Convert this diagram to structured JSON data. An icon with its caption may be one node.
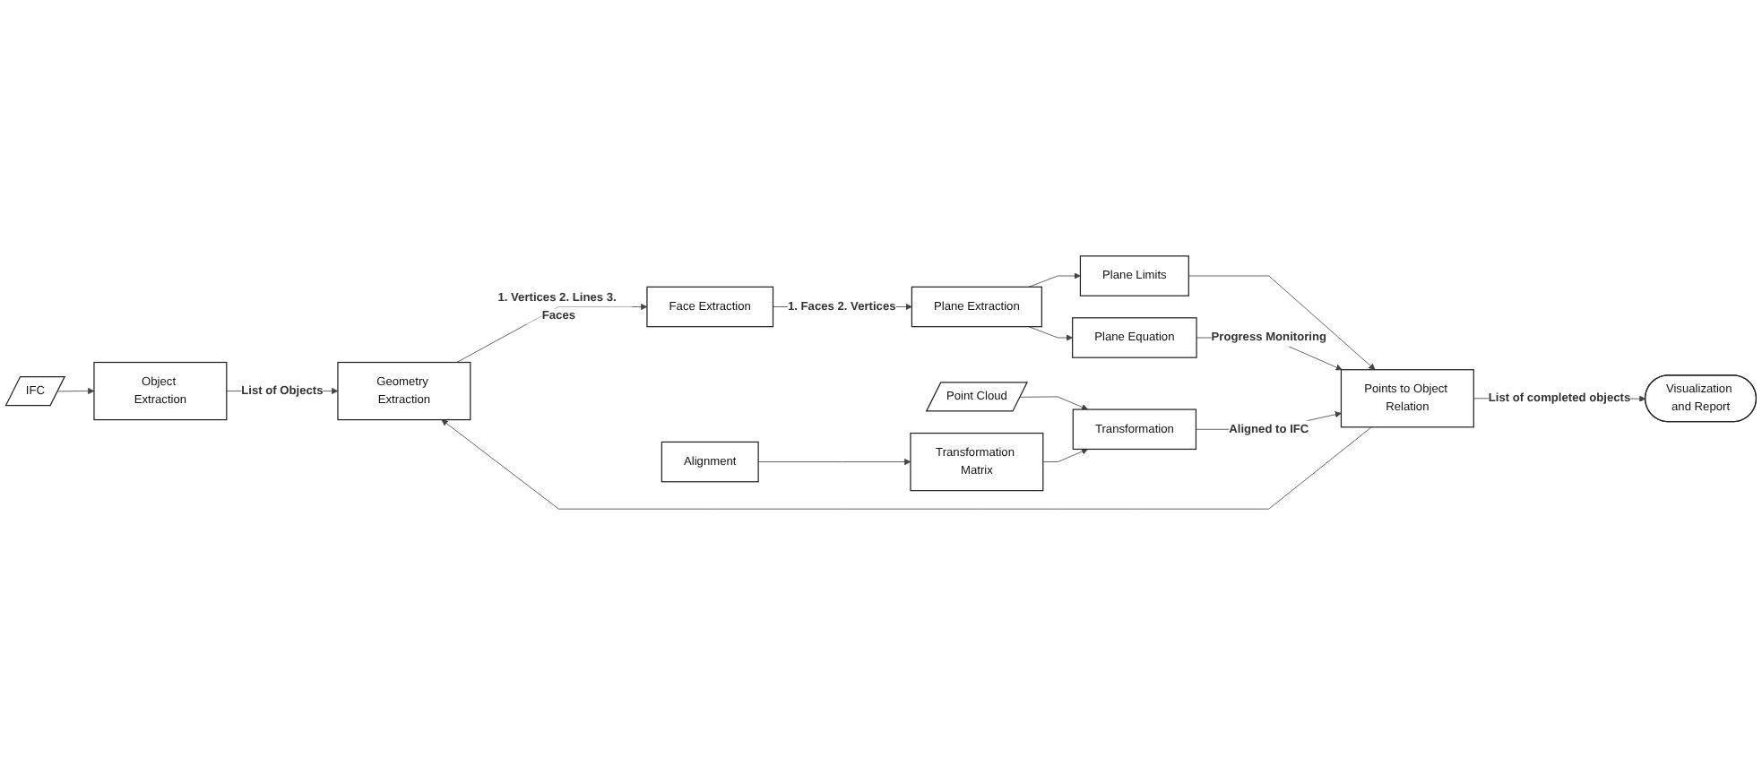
{
  "diagram": {
    "nodes": [
      {
        "text": [
          "IFC"
        ]
      },
      {
        "text": [
          "Object Extraction"
        ]
      },
      {
        "text": [
          "Geometry Extraction"
        ]
      },
      {
        "text": [
          "Face Extraction"
        ]
      },
      {
        "text": [
          "Plane Extraction"
        ]
      },
      {
        "text": [
          "Plane Limits"
        ]
      },
      {
        "text": [
          "Plane Equation"
        ]
      },
      {
        "text": [
          "Point Cloud"
        ]
      },
      {
        "text": [
          "Transformation"
        ]
      },
      {
        "text": [
          "Points to Object Relation"
        ]
      },
      {
        "text": [
          "Alignment"
        ]
      },
      {
        "text": [
          "Transformation Matrix"
        ]
      },
      {
        "text": [
          "Visualization and Report"
        ]
      }
    ],
    "edges": [
      {
        "from": 0,
        "to": 1,
        "arrow": "to"
      },
      {
        "from": 1,
        "to": 2,
        "arrow": "to",
        "label": "List of Objects"
      },
      {
        "from": 2,
        "to": 3,
        "arrow": "to",
        "label": "1. Vertices 2. Lines 3. Faces"
      },
      {
        "from": 3,
        "to": 4,
        "arrow": "to",
        "label": "1. Faces 2. Vertices"
      },
      {
        "from": 4,
        "to": 5,
        "arrow": "to"
      },
      {
        "from": 4,
        "to": 6,
        "arrow": "to"
      },
      {
        "from": 5,
        "to": 9,
        "arrow": "to"
      },
      {
        "from": 6,
        "to": 9,
        "arrow": "to",
        "label": "Progress Monitoring"
      },
      {
        "from": 9,
        "to": 2,
        "arrow": "to"
      },
      {
        "from": 7,
        "to": 8,
        "arrow": "to"
      },
      {
        "from": 8,
        "to": 9,
        "arrow": "to",
        "label": "Aligned to IFC"
      },
      {
        "from": 10,
        "to": 11,
        "arrow": "to"
      },
      {
        "from": 11,
        "to": 8,
        "arrow": "to"
      },
      {
        "from": 9,
        "to": 12,
        "arrow": "to",
        "label": "List of completed objects"
      }
    ]
  }
}
